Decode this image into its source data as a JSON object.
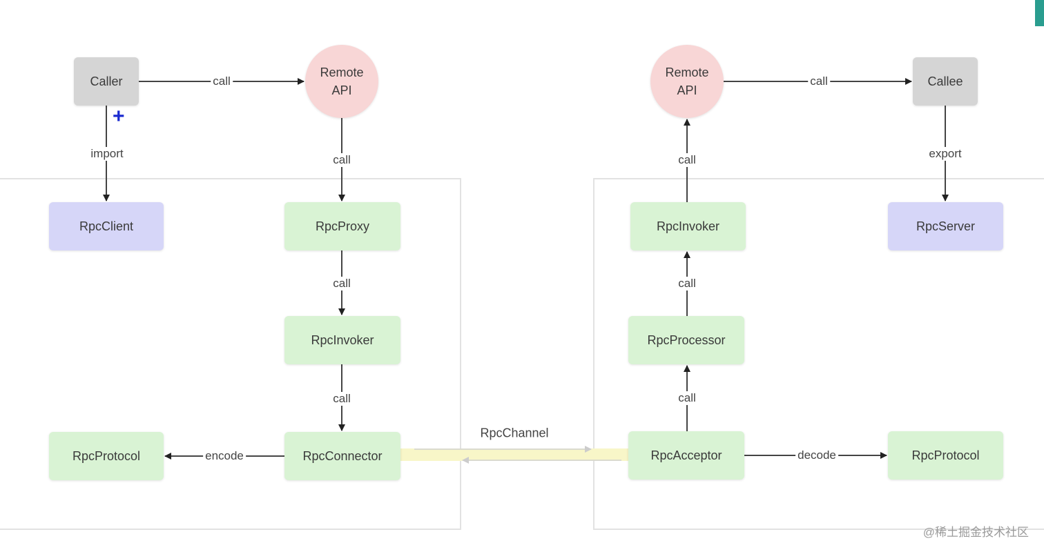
{
  "diagram": {
    "client_side": {
      "caller": "Caller",
      "remote_api": "Remote\nAPI",
      "rpc_client": "RpcClient",
      "rpc_proxy": "RpcProxy",
      "rpc_invoker": "RpcInvoker",
      "rpc_connector": "RpcConnector",
      "rpc_protocol": "RpcProtocol"
    },
    "server_side": {
      "remote_api": "Remote\nAPI",
      "callee": "Callee",
      "rpc_invoker": "RpcInvoker",
      "rpc_server": "RpcServer",
      "rpc_processor": "RpcProcessor",
      "rpc_acceptor": "RpcAcceptor",
      "rpc_protocol": "RpcProtocol"
    },
    "channel_label": "RpcChannel",
    "edges": {
      "caller_to_api": "call",
      "caller_import": "import",
      "api_to_proxy": "call",
      "proxy_to_invoker": "call",
      "invoker_to_connector": "call",
      "connector_encode": "encode",
      "api_to_callee": "call",
      "callee_export": "export",
      "invoker_to_api": "call",
      "processor_to_invoker": "call",
      "acceptor_to_processor": "call",
      "acceptor_decode": "decode"
    },
    "colors": {
      "gray": "#d5d5d5",
      "blue": "#d6d6f8",
      "green": "#d9f3d4",
      "pink": "#f8d6d6",
      "channel": "#f8f6c8"
    }
  },
  "watermark": "@稀土掘金技术社区"
}
